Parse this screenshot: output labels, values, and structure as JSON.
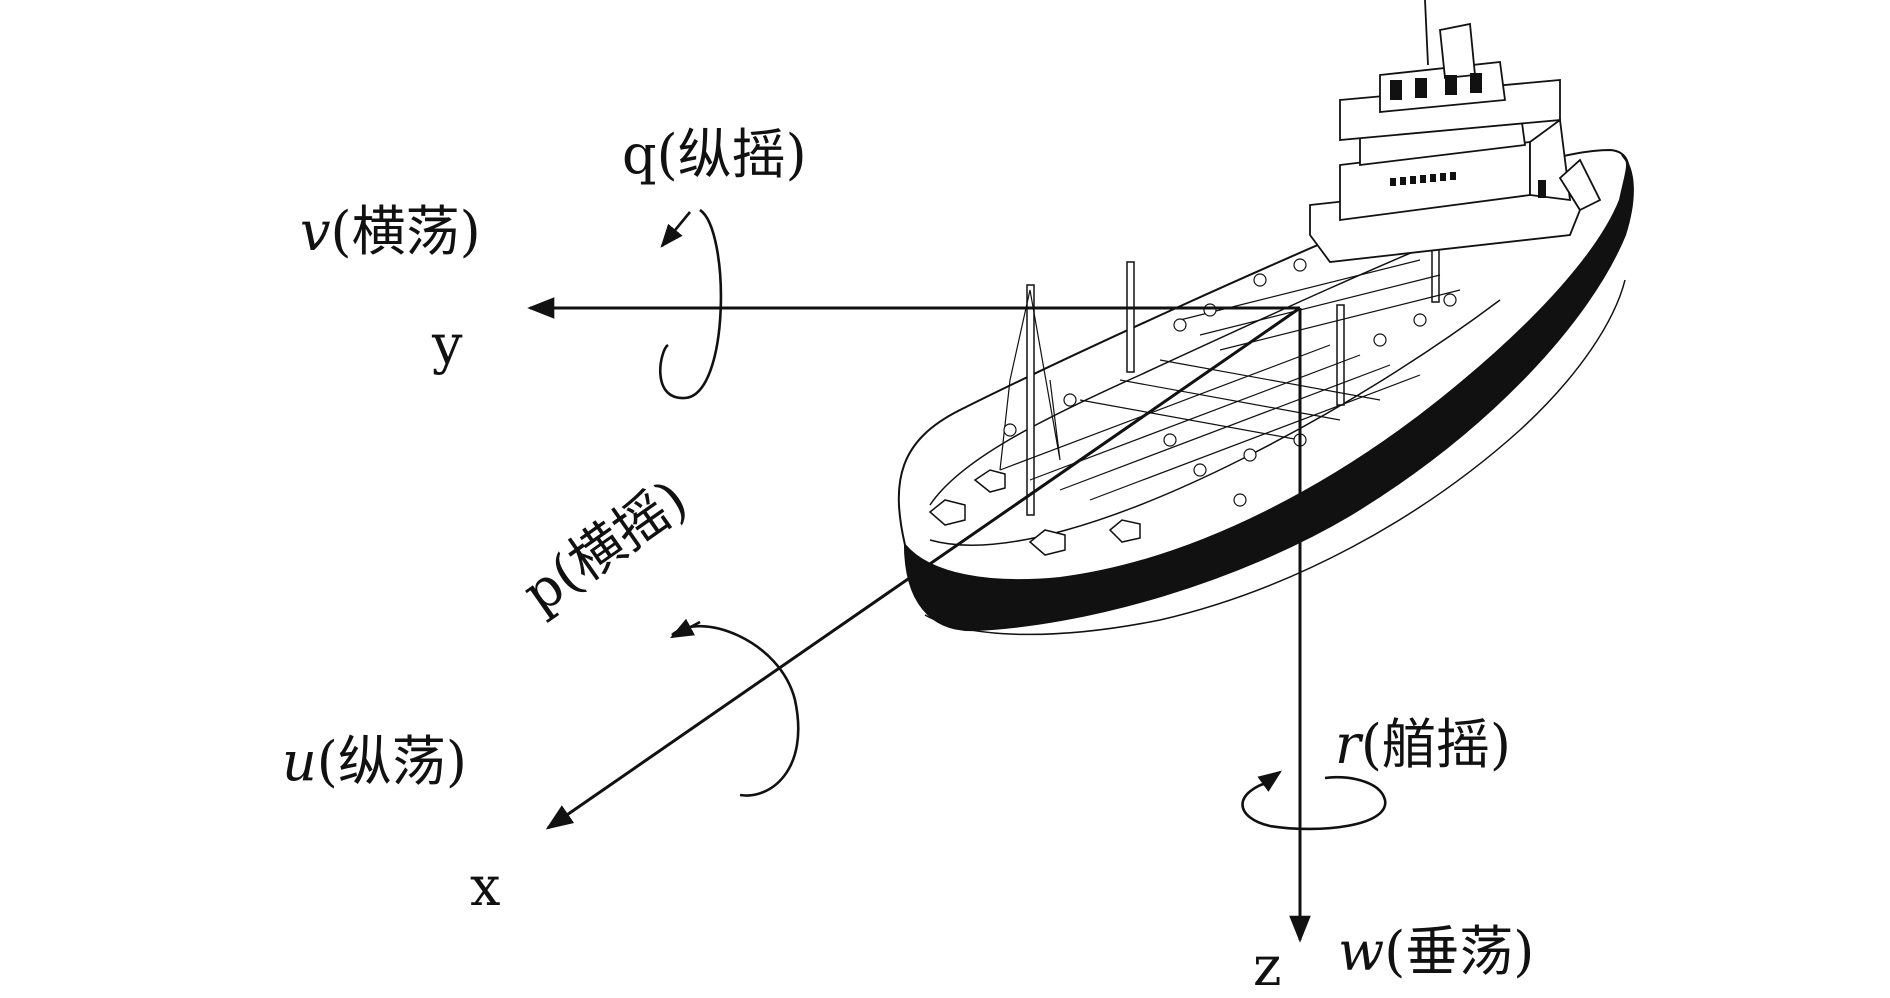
{
  "diagram": {
    "colors": {
      "ink": "#111111",
      "hull_band": "#111111",
      "background": "#ffffff"
    },
    "axes": {
      "x": {
        "axis_label": "x",
        "motion_label": "u(纵荡)",
        "motion_symbol": "u",
        "motion_name": "(纵荡)"
      },
      "y": {
        "axis_label": "y",
        "motion_label": "v(横荡)",
        "motion_symbol": "v",
        "motion_name": "(横荡)"
      },
      "z": {
        "axis_label": "z",
        "motion_label": "w(垂荡)",
        "motion_symbol": "w",
        "motion_name": "(垂荡)"
      }
    },
    "rotations": {
      "roll": {
        "symbol": "p",
        "name": "(横摇)"
      },
      "pitch": {
        "symbol": "q",
        "name": "(纵摇)"
      },
      "yaw": {
        "symbol": "r",
        "name": "(艏摇)"
      }
    },
    "ship_icon": "oil-tanker-icon"
  }
}
